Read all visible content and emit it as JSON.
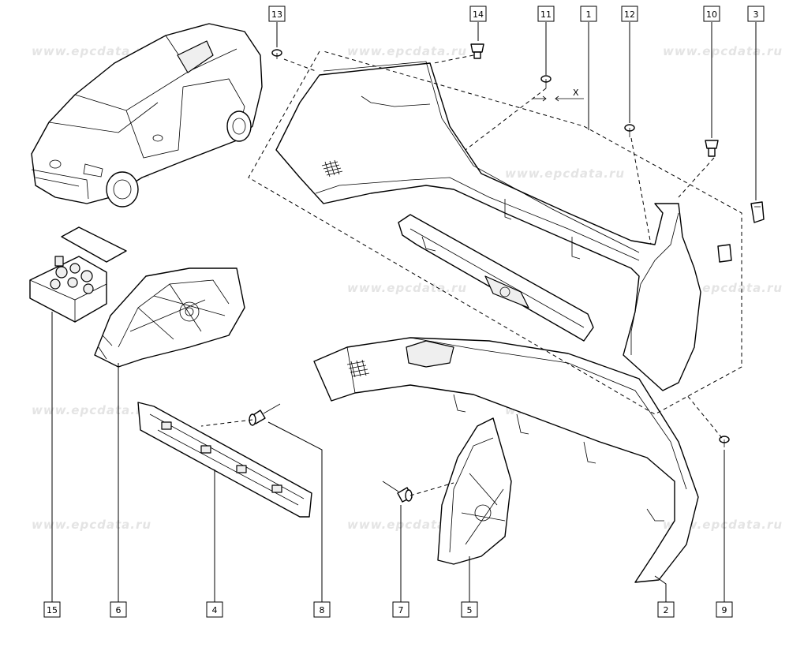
{
  "watermark": "www.epcdata.ru",
  "x_marker": "X",
  "callouts": [
    {
      "id": "13",
      "label": "13"
    },
    {
      "id": "14",
      "label": "14"
    },
    {
      "id": "11",
      "label": "11"
    },
    {
      "id": "1",
      "label": "1"
    },
    {
      "id": "12",
      "label": "12"
    },
    {
      "id": "10",
      "label": "10"
    },
    {
      "id": "3",
      "label": "3"
    },
    {
      "id": "15",
      "label": "15"
    },
    {
      "id": "6",
      "label": "6"
    },
    {
      "id": "4",
      "label": "4"
    },
    {
      "id": "8",
      "label": "8"
    },
    {
      "id": "7",
      "label": "7"
    },
    {
      "id": "5",
      "label": "5"
    },
    {
      "id": "2",
      "label": "2"
    },
    {
      "id": "9",
      "label": "9"
    }
  ]
}
